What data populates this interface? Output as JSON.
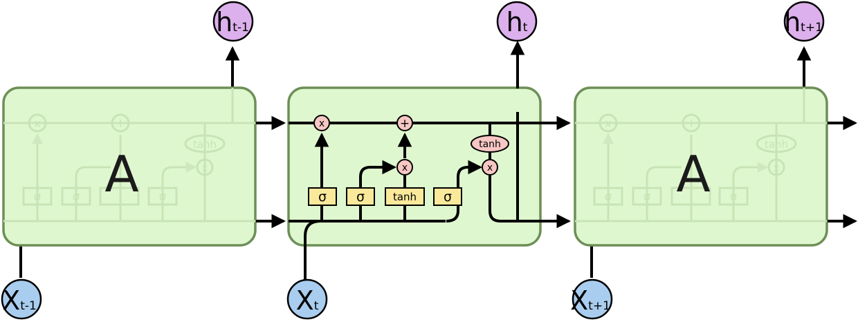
{
  "cells": [
    {
      "label": "A",
      "input": {
        "main": "X",
        "sub": "t-1"
      },
      "output": {
        "main": "h",
        "sub": "t-1"
      }
    },
    {
      "label": "",
      "input": {
        "main": "X",
        "sub": "t"
      },
      "output": {
        "main": "h",
        "sub": "t"
      }
    },
    {
      "label": "A",
      "input": {
        "main": "X",
        "sub": "t+1"
      },
      "output": {
        "main": "h",
        "sub": "t+1"
      }
    }
  ],
  "gates": {
    "sigma": "σ",
    "tanh": "tanh",
    "multiply": "x",
    "add": "+"
  },
  "colors": {
    "cell_fill": "#dff7cf",
    "cell_stroke": "#6e8f57",
    "input_fill": "#a9cdee",
    "output_fill": "#dcb0ec",
    "gate_fill": "#fbe99b",
    "op_fill": "#f7c7c4",
    "line": "#000000",
    "ghost": "#cfe8bf"
  }
}
